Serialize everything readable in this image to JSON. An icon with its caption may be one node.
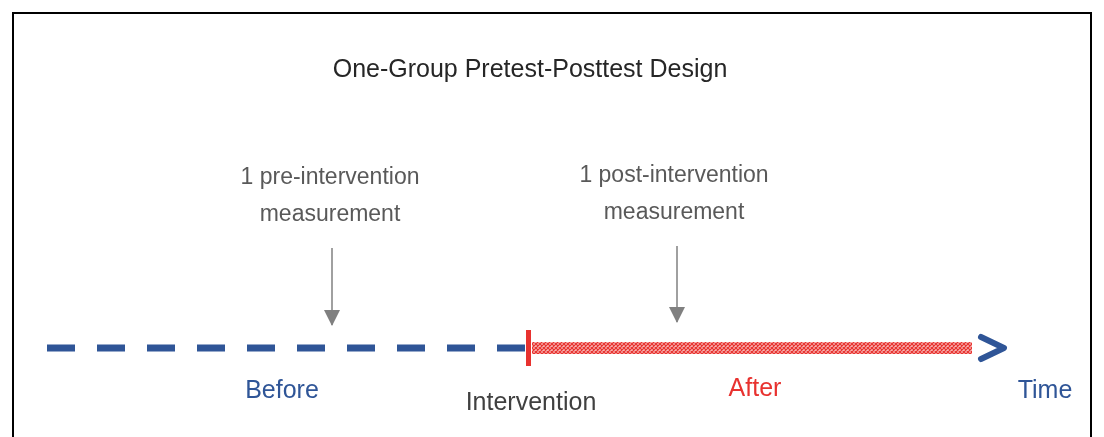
{
  "diagram": {
    "title": "One-Group Pretest-Posttest Design",
    "nodes": [
      {
        "text": [
          "1 pre-intervention measurement"
        ]
      },
      {
        "text": [
          "1 post-intervention measurement"
        ]
      }
    ],
    "edges": [
      {
        "from": 0,
        "to": null,
        "arrow": "to"
      },
      {
        "from": 1,
        "to": null,
        "arrow": "to"
      }
    ],
    "labels": [
      "Before",
      "Intervention",
      "After",
      "Time"
    ]
  }
}
